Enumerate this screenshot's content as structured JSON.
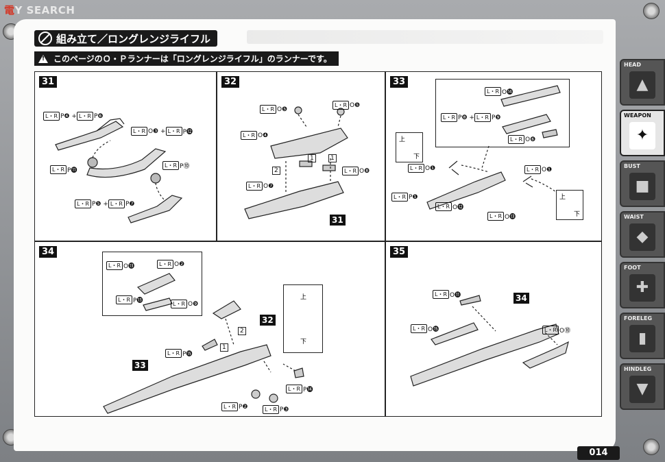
{
  "watermark": {
    "prefix": "電",
    "text": "Y SEARCH"
  },
  "title": "組み立て／ロングレンジライフル",
  "notice": "このページのＯ・Ｐランナーは「ロングレンジライフル」のランナーです。",
  "page_number": "014",
  "tabs": [
    {
      "label": "HEAD",
      "icon": "head-icon"
    },
    {
      "label": "WEAPON",
      "icon": "weapon-icon",
      "active": true
    },
    {
      "label": "BUST",
      "icon": "bust-icon"
    },
    {
      "label": "WAIST",
      "icon": "waist-icon"
    },
    {
      "label": "FOOT",
      "icon": "foot-icon"
    },
    {
      "label": "FORELEG",
      "icon": "foreleg-icon"
    },
    {
      "label": "HINDLEG",
      "icon": "hindleg-icon"
    }
  ],
  "steps": {
    "s31": {
      "number": "31",
      "parts": [
        {
          "badge": "L・R",
          "text": "P❹ + ",
          "badge2": "L・R",
          "text2": "P❻"
        },
        {
          "badge": "L・R",
          "text": "O❸ + ",
          "badge2": "L・R",
          "text2": "P⓬"
        },
        {
          "badge": "L・R",
          "text": "P⓫"
        },
        {
          "badge": "L・R",
          "text": "P⓾"
        },
        {
          "badge": "L・R",
          "text": "P❺ + ",
          "badge2": "L・R",
          "text2": "P❼"
        }
      ]
    },
    "s32": {
      "number": "32",
      "ref": "31",
      "parts": [
        {
          "badge": "L・R",
          "text": "O❺"
        },
        {
          "badge": "L・R",
          "text": "O❺"
        },
        {
          "badge": "L・R",
          "text": "O❹"
        },
        {
          "badge": "L・R",
          "text": "O❽"
        },
        {
          "badge": "L・R",
          "text": "O❼"
        }
      ],
      "order": [
        "1",
        "1",
        "2"
      ]
    },
    "s33": {
      "number": "33",
      "parts": [
        {
          "badge": "L・R",
          "text": "O⓮"
        },
        {
          "badge": "L・R",
          "text": "P❽ + ",
          "badge2": "L・R",
          "text2": "P❾"
        },
        {
          "badge": "L・R",
          "text": "O❻"
        },
        {
          "badge": "L・R",
          "text": "O❶"
        },
        {
          "badge": "L・R",
          "text": "O❶"
        },
        {
          "badge": "L・R",
          "text": "P❶"
        },
        {
          "badge": "L・R",
          "text": "O⓬"
        },
        {
          "badge": "L・R",
          "text": "O⓭"
        }
      ],
      "orientation": {
        "up": "上",
        "down": "下"
      }
    },
    "s34": {
      "number": "34",
      "ref33": "33",
      "ref32": "32",
      "parts": [
        {
          "badge": "L・R",
          "text": "O⓭"
        },
        {
          "badge": "L・R",
          "text": "O❷"
        },
        {
          "badge": "L・R",
          "text": "P⓭"
        },
        {
          "badge": "L・R",
          "text": "O❾"
        },
        {
          "badge": "L・R",
          "text": "P⓯"
        },
        {
          "badge": "L・R",
          "text": "P⓮"
        },
        {
          "badge": "L・R",
          "text": "P❷"
        },
        {
          "badge": "L・R",
          "text": "P❸"
        }
      ],
      "order": [
        "2",
        "1"
      ],
      "orientation": {
        "up": "上",
        "down": "下"
      }
    },
    "s35": {
      "number": "35",
      "ref": "34",
      "parts": [
        {
          "badge": "L・R",
          "text": "O⓫"
        },
        {
          "badge": "L・R",
          "text": "O⓯"
        },
        {
          "badge": "L・R",
          "text": "O⓾"
        }
      ]
    }
  }
}
